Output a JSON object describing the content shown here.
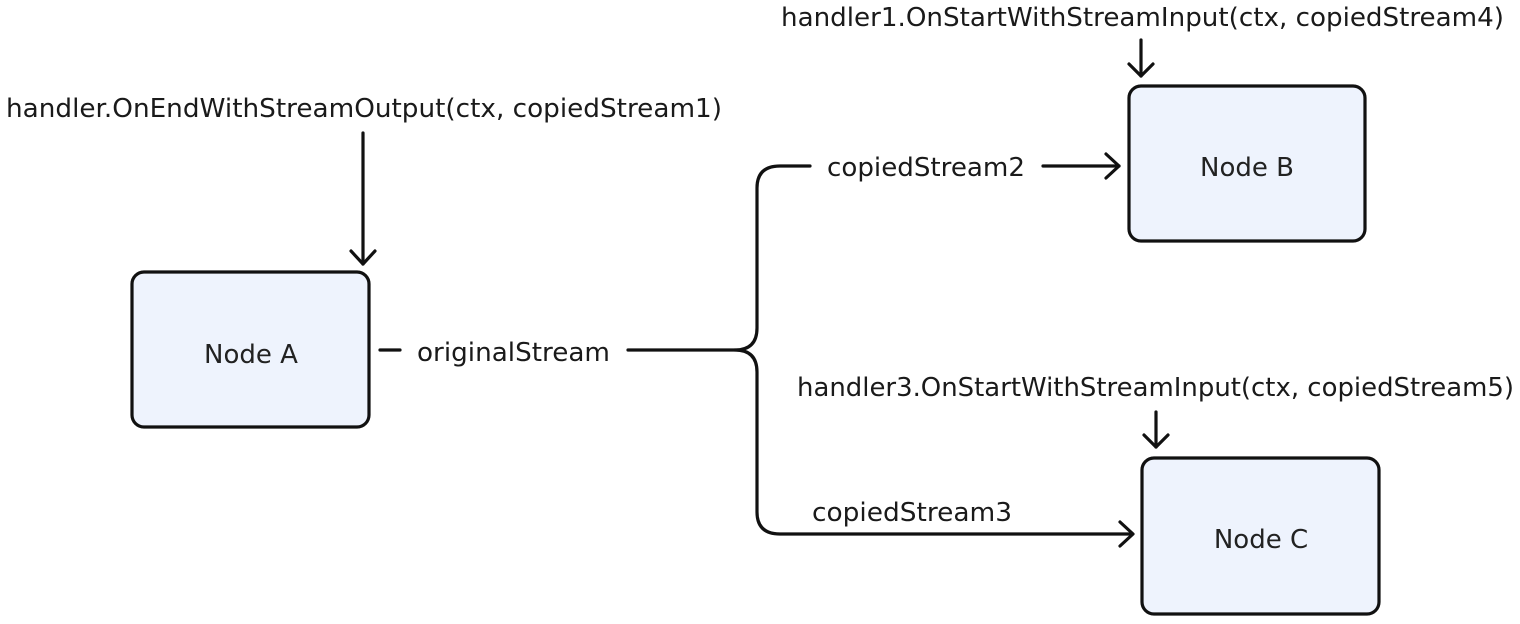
{
  "nodes": {
    "a": "Node A",
    "b": "Node B",
    "c": "Node C"
  },
  "edges": {
    "original": "originalStream",
    "copied2": "copiedStream2",
    "copied3": "copiedStream3"
  },
  "callbacks": {
    "end_a": "handler.OnEndWithStreamOutput(ctx, copiedStream1)",
    "start_b": "handler1.OnStartWithStreamInput(ctx, copiedStream4)",
    "start_c": "handler3.OnStartWithStreamInput(ctx, copiedStream5)"
  },
  "colors": {
    "node_fill": "#eef3fd",
    "stroke": "#111111"
  }
}
